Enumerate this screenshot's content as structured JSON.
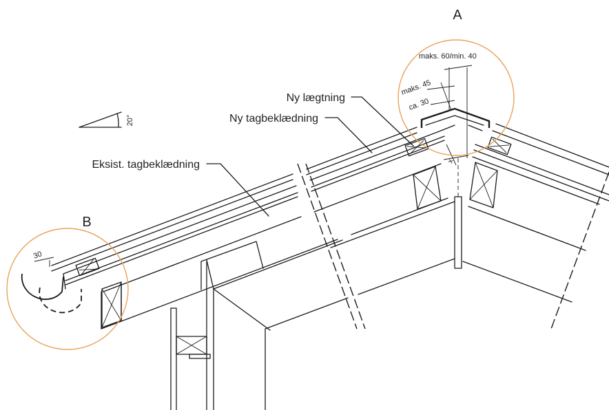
{
  "diagram": {
    "colors": {
      "line": "#1a1a1a",
      "detail_circle": "#e8a35a",
      "text": "#222222"
    },
    "slope": {
      "angle_label": "20°"
    },
    "callouts": {
      "new_battens": "Ny lægtning",
      "new_roofing": "Ny tagbeklædning",
      "existing_roofing": "Eksist. tagbeklædning"
    },
    "detail_a": {
      "letter": "A",
      "dim_top": "maks. 60/min. 40",
      "dim_max": "maks. 45",
      "dim_approx": "ca. 30",
      "dim_x": "x"
    },
    "detail_b": {
      "letter": "B",
      "dim_overhang": "30"
    }
  }
}
